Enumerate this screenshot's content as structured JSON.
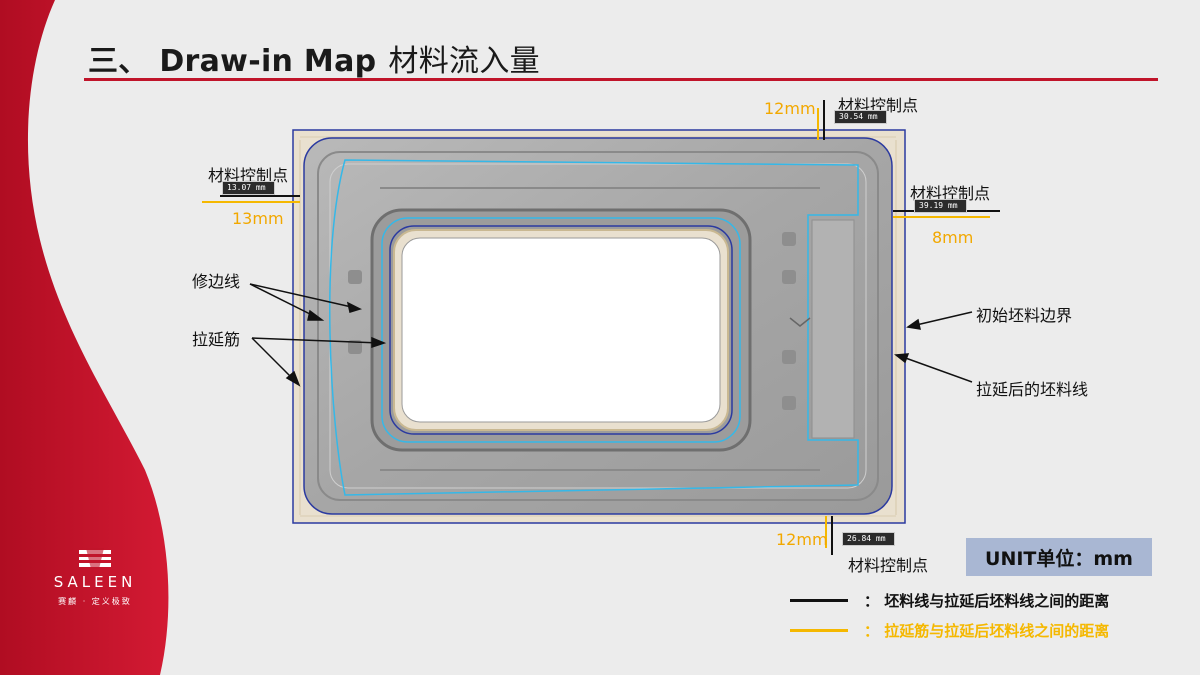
{
  "title": {
    "prefix": "三、 Draw-in Map",
    "subtitle": "材料流入量"
  },
  "brand": {
    "name": "SALEEN",
    "tagline": "赛麟 · 定义极致"
  },
  "control_points": [
    {
      "id": "top",
      "label": "材料控制点",
      "reading": "30.54 mm",
      "distance": "12mm"
    },
    {
      "id": "left",
      "label": "材料控制点",
      "reading": "13.07 mm",
      "distance": "13mm"
    },
    {
      "id": "right",
      "label": "材料控制点",
      "reading": "39.19 mm",
      "distance": "8mm"
    },
    {
      "id": "bottom",
      "label": "材料控制点",
      "reading": "26.84 mm",
      "distance": "12mm"
    }
  ],
  "annotations": {
    "trim_line": "修边线",
    "draw_bead": "拉延筋",
    "initial_blank_edge": "初始坯料边界",
    "drawn_blank_line": "拉延后的坯料线"
  },
  "unit": "UNIT单位：mm",
  "legend": [
    {
      "color": "#111111",
      "text": "：  坯料线与拉延后坯料线之间的距离",
      "text_color": "#111111"
    },
    {
      "color": "#f5b800",
      "text": "：  拉延筋与拉延后坯料线之间的距离",
      "text_color": "#f5b800"
    }
  ],
  "colors": {
    "accent_red": "#c0142a",
    "trim_cyan": "#35b8e8",
    "blank_blue": "#2b3aa0",
    "yellow": "#f5b800"
  }
}
